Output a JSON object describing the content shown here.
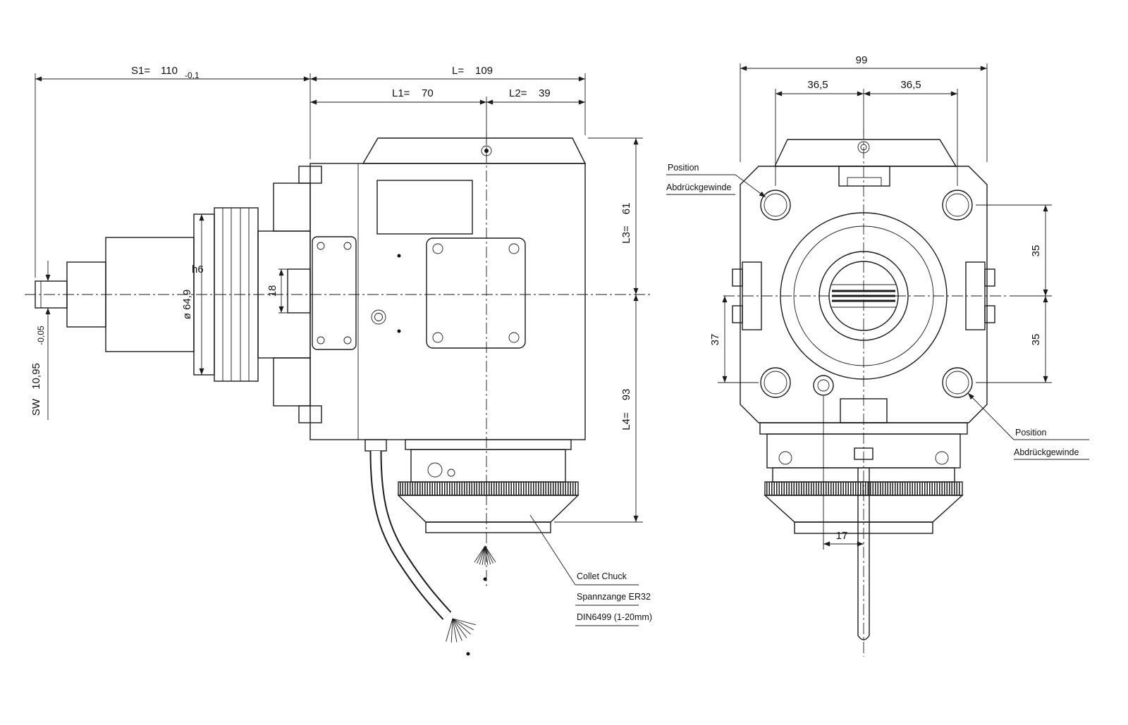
{
  "side_view": {
    "dims": {
      "s1": {
        "label": "S1=",
        "value": "110",
        "tol": "-0,1"
      },
      "l": {
        "label": "L=",
        "value": "109"
      },
      "l1": {
        "label": "L1=",
        "value": "70"
      },
      "l2": {
        "label": "L2=",
        "value": "39"
      },
      "l3": {
        "label": "L3=",
        "value": "61"
      },
      "l4": {
        "label": "L4=",
        "value": "93"
      },
      "dia": {
        "value": "ø 64,9",
        "fit": "h6"
      },
      "width18": {
        "value": "18"
      },
      "sw": {
        "label": "SW",
        "value": "10,95",
        "tol": "-0,05"
      }
    },
    "note_collet": {
      "line1": "Collet Chuck",
      "line2": "Spannzange ER32",
      "line3": "DIN6499 (1-20mm)"
    }
  },
  "front_view": {
    "dims": {
      "width": "99",
      "offset_left": "36,5",
      "offset_right": "36,5",
      "v35_top": "35",
      "v35_bottom": "35",
      "v37": "37",
      "w17": "17"
    },
    "note_top": {
      "line1": "Position",
      "line2": "Abdrückgewinde"
    },
    "note_bottom": {
      "line1": "Position",
      "line2": "Abdrückgewinde"
    }
  }
}
